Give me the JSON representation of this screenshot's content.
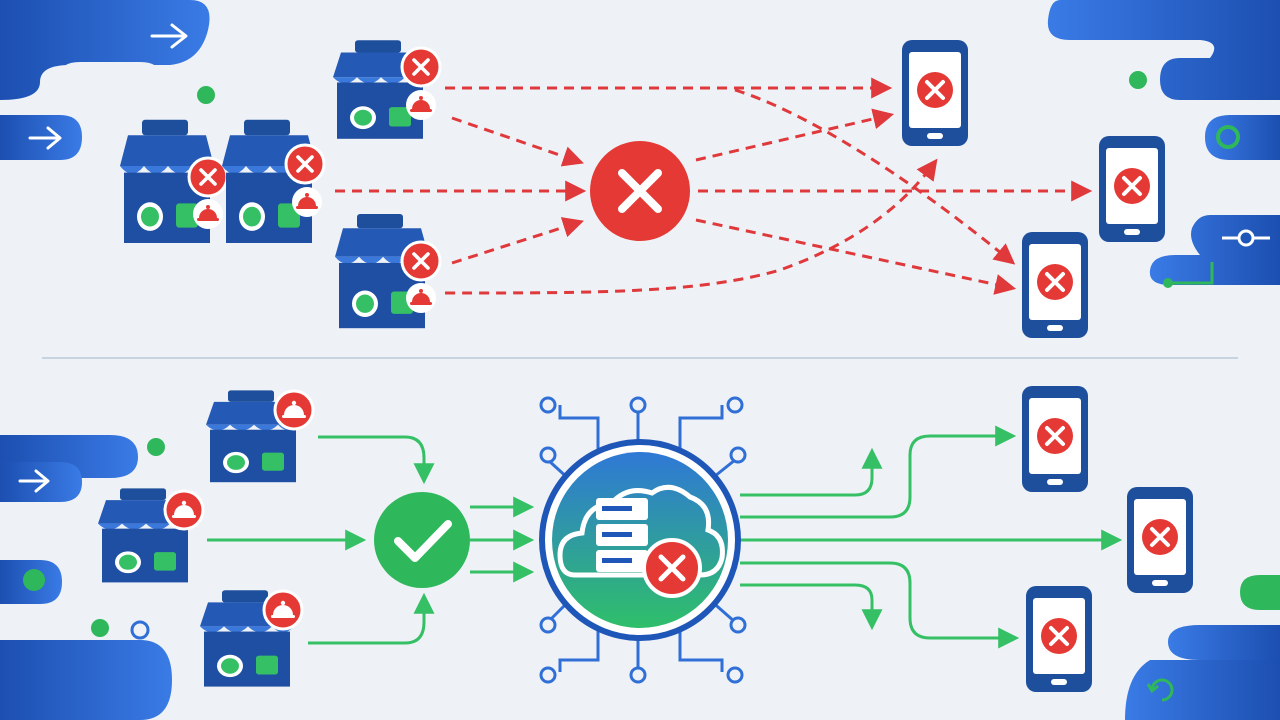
{
  "diagram": {
    "nodes": [
      {
        "id": "shop-a-top",
        "kind": "shop",
        "status": "error"
      },
      {
        "id": "shop-b-top",
        "kind": "shop",
        "status": "error"
      },
      {
        "id": "shop-c-top",
        "kind": "shop",
        "status": "error"
      },
      {
        "id": "shop-d-top",
        "kind": "shop",
        "status": "error"
      },
      {
        "id": "hub-failure",
        "kind": "hub",
        "status": "error"
      },
      {
        "id": "phone-1-top",
        "kind": "phone",
        "status": "error"
      },
      {
        "id": "phone-2-top",
        "kind": "phone",
        "status": "error"
      },
      {
        "id": "phone-3-top",
        "kind": "phone",
        "status": "error"
      },
      {
        "id": "shop-a-bottom",
        "kind": "shop",
        "status": "alert"
      },
      {
        "id": "shop-b-bottom",
        "kind": "shop",
        "status": "alert"
      },
      {
        "id": "shop-c-bottom",
        "kind": "shop",
        "status": "alert"
      },
      {
        "id": "validator-check",
        "kind": "hub",
        "status": "ok"
      },
      {
        "id": "cloud-server-hub",
        "kind": "cloud-server",
        "status": "error"
      },
      {
        "id": "phone-1-bottom",
        "kind": "phone",
        "status": "error"
      },
      {
        "id": "phone-2-bottom",
        "kind": "phone",
        "status": "error"
      },
      {
        "id": "phone-3-bottom",
        "kind": "phone",
        "status": "error"
      }
    ],
    "edges_top": [
      {
        "from": "shop-a-top",
        "to": "phone-1-top",
        "style": "dashed"
      },
      {
        "from": "shop-a-top",
        "to": "hub-failure",
        "style": "dashed"
      },
      {
        "from": "shop-b-top",
        "to": "hub-failure",
        "style": "dashed"
      },
      {
        "from": "shop-c-top",
        "to": "hub-failure",
        "style": "dashed"
      },
      {
        "from": "shop-c-top",
        "to": "phone-1-top",
        "style": "dashed"
      },
      {
        "from": "hub-failure",
        "to": "phone-1-top",
        "style": "dashed"
      },
      {
        "from": "hub-failure",
        "to": "phone-2-top",
        "style": "dashed"
      },
      {
        "from": "hub-failure",
        "to": "phone-3-top",
        "style": "dashed"
      },
      {
        "from": "shop-a-top",
        "to": "phone-3-top",
        "style": "dashed"
      }
    ],
    "edges_bottom": [
      {
        "from": "shop-a-bottom",
        "to": "validator-check",
        "style": "solid"
      },
      {
        "from": "shop-b-bottom",
        "to": "validator-check",
        "style": "solid"
      },
      {
        "from": "shop-c-bottom",
        "to": "validator-check",
        "style": "solid"
      },
      {
        "from": "validator-check",
        "to": "cloud-server-hub",
        "style": "solid"
      },
      {
        "from": "cloud-server-hub",
        "to": "phone-1-bottom",
        "style": "solid"
      },
      {
        "from": "cloud-server-hub",
        "to": "phone-2-bottom",
        "style": "solid"
      },
      {
        "from": "cloud-server-hub",
        "to": "phone-3-bottom",
        "style": "solid"
      }
    ],
    "decorations": [
      "arrow-right-icon",
      "arrow-right-icon",
      "arrow-right-icon",
      "ring-icon",
      "connector-icon",
      "refresh-icon"
    ]
  },
  "colors": {
    "background": "#eef2f7",
    "blue": "#1f57b8",
    "blue_light": "#3d7ae0",
    "navy": "#1e4f9d",
    "error_red": "#e53935",
    "dashed_red": "#e0393b",
    "ok_green": "#2fb85b",
    "flow_green": "#35c065",
    "divider": "#c8d2e0"
  }
}
